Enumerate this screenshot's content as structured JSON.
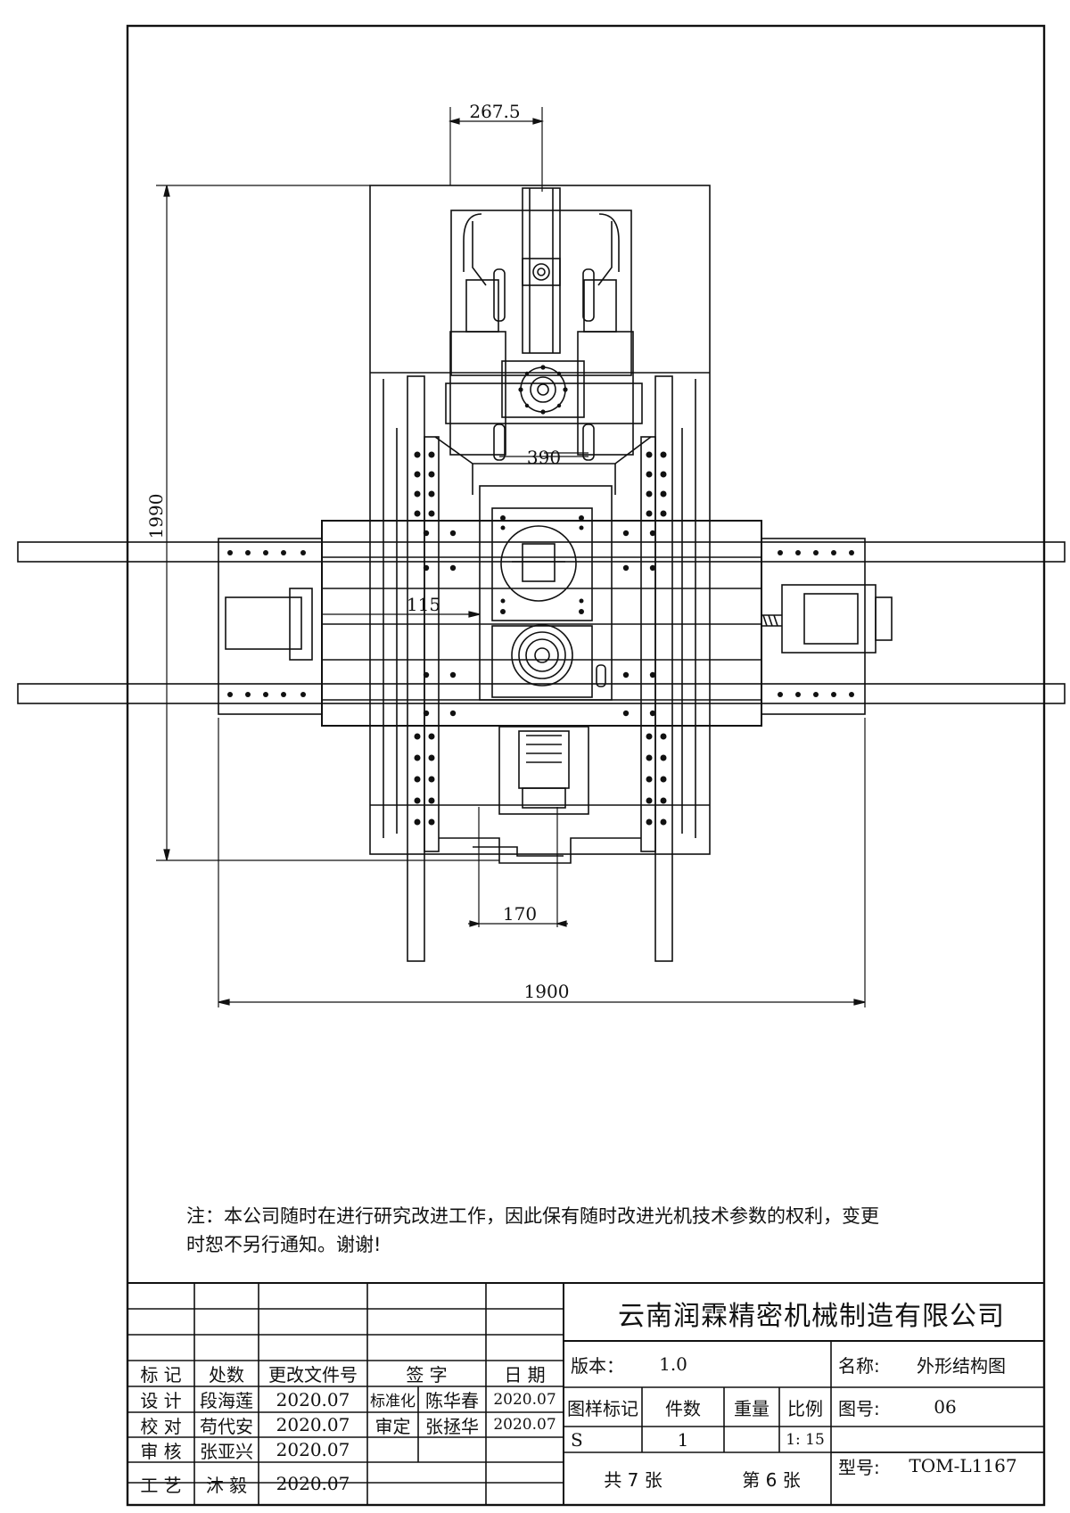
{
  "dimensions": {
    "top_width": "267.5",
    "overall_height": "1990",
    "carriage_width": "390",
    "offset_left": "115",
    "bottom_offset": "170",
    "overall_width": "1900"
  },
  "note": {
    "line1": "注：本公司随时在进行研究改进工作，因此保有随时改进光机技术参数的权利，变更",
    "line2": "时恕不另行通知。谢谢!"
  },
  "title_block": {
    "company": "云南润霖精密机械制造有限公司",
    "headers": {
      "mark": "标 记",
      "location": "处数",
      "change_doc": "更改文件号",
      "signature": "签 字",
      "date": "日 期"
    },
    "rows": [
      {
        "role": "设 计",
        "name": "段海莲",
        "date": "2020.07"
      },
      {
        "role": "校 对",
        "name": "苟代安",
        "date": "2020.07"
      },
      {
        "role": "审 核",
        "name": "张亚兴",
        "date": "2020.07"
      },
      {
        "role": "工 艺",
        "name": "沐 毅",
        "date": "2020.07"
      }
    ],
    "approvals": [
      {
        "role": "标准化",
        "name": "陈华春",
        "date": "2020.07"
      },
      {
        "role": "审定",
        "name": "张拯华",
        "date": "2020.07"
      }
    ],
    "version_label": "版本：",
    "version_value": "1.0",
    "pattern_mark_label": "图样标记",
    "quantity_label": "件数",
    "weight_label": "重量",
    "scale_label": "比例",
    "pattern_mark_value": "S",
    "quantity_value": "1",
    "scale_value": "1: 15",
    "total_sheets": "共 7 张",
    "sheet_no": "第 6 张",
    "name_label": "名称:",
    "name_value": "外形结构图",
    "drawing_no_label": "图号:",
    "drawing_no_value": "06",
    "model_label": "型号:",
    "model_value": "TOM-L1167"
  }
}
